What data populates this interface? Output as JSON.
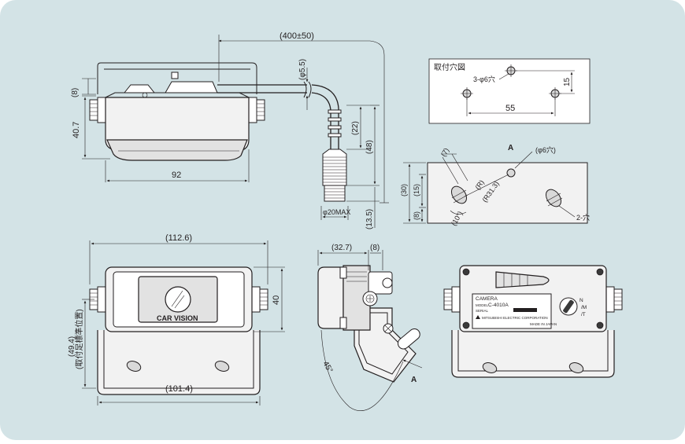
{
  "dimensions": {
    "cable_length": "(400±50)",
    "cable_dia": "(φ5.5)",
    "top_bracket": "(8)",
    "height": "40.7",
    "width_top": "92",
    "conn_22": "(22)",
    "conn_48": "(48)",
    "conn_13_5": "(13.5)",
    "conn_max": "φ20MAX",
    "front_width": "(112.6)",
    "front_height": "40",
    "foot_width": "(101.4)",
    "foot_height": "(49.4)",
    "foot_note": "(取付足標準位置)",
    "side_width": "(32.7)",
    "side_8": "(8)",
    "angle": "45°",
    "arrow_label": "A"
  },
  "mount_hole_box": {
    "title": "取付穴図",
    "holes_label": "3-φ6穴",
    "spacing_h": "55",
    "spacing_v": "15"
  },
  "section_a": {
    "label": "A",
    "hole_label": "(φ6穴)",
    "dim_7": "(7)",
    "dim_r": "(R)",
    "dim_r31": "(R31.3)",
    "dim_10": "(10°)",
    "dim_30": "(30)",
    "dim_15": "(15)",
    "dim_8": "(8)",
    "slots_label": "2-穴"
  },
  "labels": {
    "brand": "CAR VISION",
    "label_camera": "CAMERA",
    "label_model_key": "MODEL",
    "label_model": "C-4010A",
    "label_serial_key": "SERIAL",
    "label_company": "MITSUBISHI ELECTRIC CORPORATION",
    "label_origin": "MADE IN JAPAN",
    "switch_n": "N",
    "switch_m": "/M",
    "switch_t": "/T"
  },
  "colors": {
    "background": "#d3e3e6",
    "line": "#231f20",
    "box_fill": "#ffffff"
  }
}
